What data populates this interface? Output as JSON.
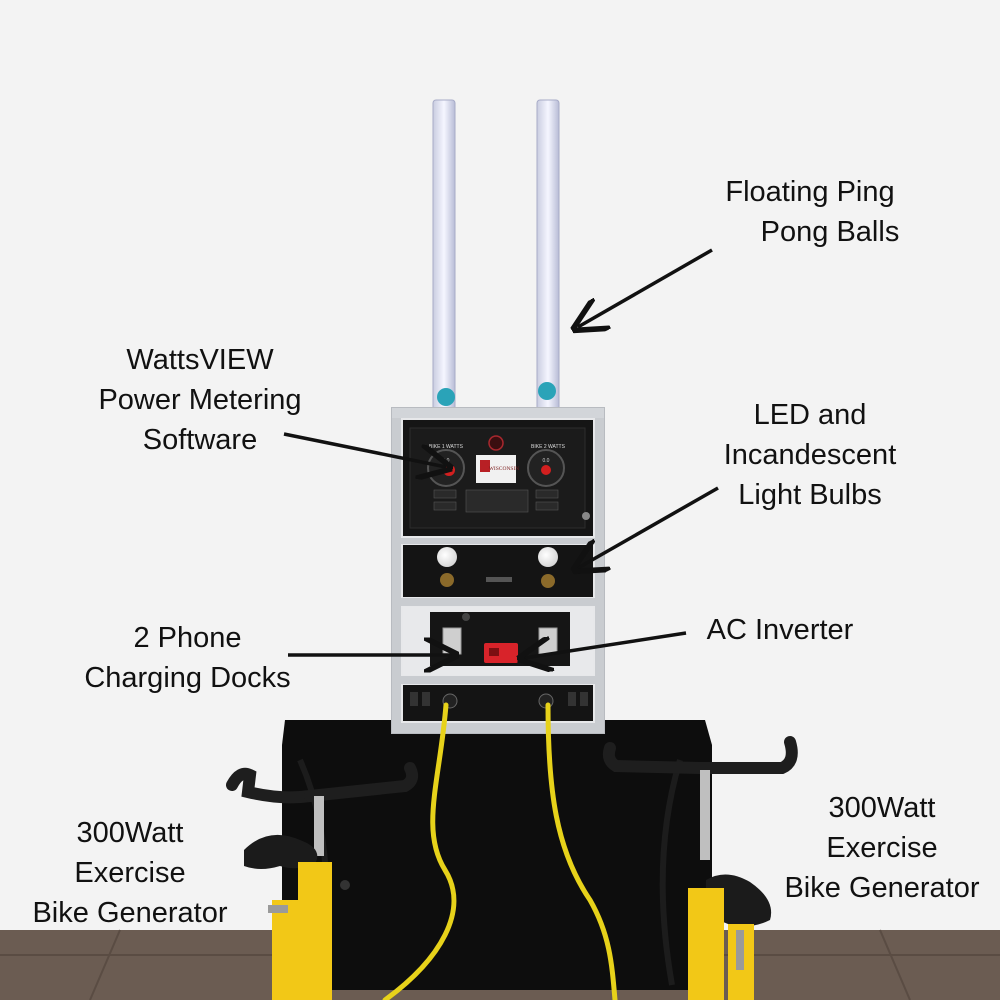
{
  "labels": {
    "ping_pong": [
      "Floating Ping",
      "Pong Balls"
    ],
    "wattsview": [
      "WattsVIEW",
      "Power Metering",
      "Software"
    ],
    "bulbs": [
      "LED and",
      "Incandescent",
      "Light Bulbs"
    ],
    "phone_docks": [
      "2 Phone",
      "Charging Docks"
    ],
    "ac_inverter": [
      "AC Inverter"
    ],
    "bike_left": [
      "300Watt",
      "Exercise",
      "Bike Generator"
    ],
    "bike_right": [
      "300Watt",
      "Exercise",
      "Bike Generator"
    ]
  },
  "screen": {
    "bike1_heading": "BIKE 1 WATTS",
    "bike2_heading": "BIKE 2 WATTS",
    "logo_text": "WISCONSIN",
    "gauge_value_left": "0.0",
    "gauge_value_right": "0.0"
  },
  "colors": {
    "wall": "#f3f3f3",
    "floor": "#6b5c52",
    "table_cloth": "#0d0d0d",
    "frame": "#c9ccd0",
    "panel": "#151515",
    "bike_yellow": "#f2c817",
    "cable_yellow": "#e7d21a",
    "ball": "#2aa3b8",
    "inverter_red": "#d8232a",
    "arrow": "#111111"
  }
}
